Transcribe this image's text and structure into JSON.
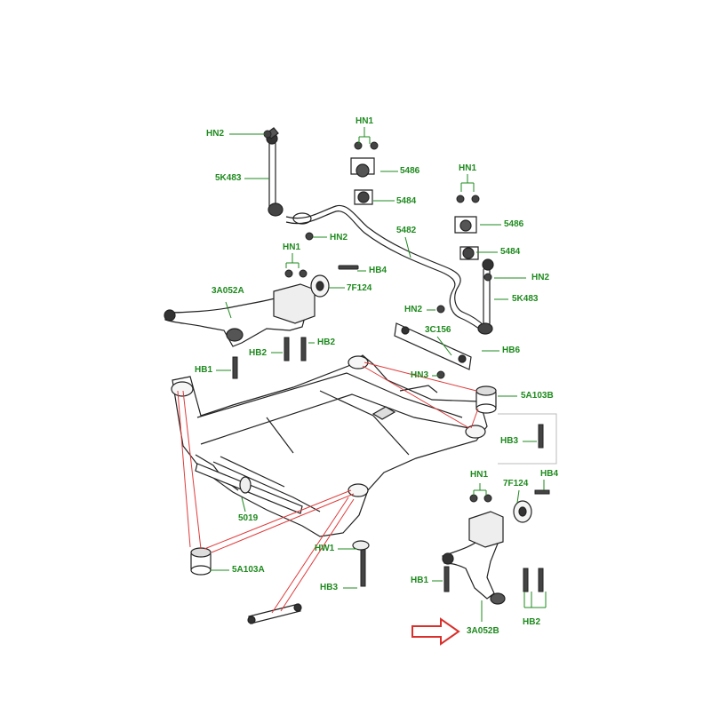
{
  "label_color": "#1e8a1e",
  "callout_line_color": "#e03a3a",
  "arrow_color": "#d9302c",
  "labels": {
    "hn2_top": "HN2",
    "k5483_left": "5K483",
    "hn1_center": "HN1",
    "p5486_center": "5486",
    "p5484_center": "5484",
    "hn1_right": "HN1",
    "p5486_right": "5486",
    "hn2_mid": "HN2",
    "p5482": "5482",
    "p5484_right": "5484",
    "hn1_left": "HN1",
    "hb4_top": "HB4",
    "hn2_right": "HN2",
    "a052a": "3A052A",
    "f124_top": "7F124",
    "k5483_right": "5K483",
    "hn2_lower": "HN2",
    "c3c156": "3C156",
    "hb2_left_a": "HB2",
    "hb2_left_b": "HB2",
    "hb6": "HB6",
    "hb1_left": "HB1",
    "hn3": "HN3",
    "a103b": "5A103B",
    "hb3_right": "HB3",
    "hn1_lower": "HN1",
    "f124_lower": "7F124",
    "hb4_lower": "HB4",
    "p5019": "5019",
    "hw1": "HW1",
    "a103a": "5A103A",
    "hb1_right": "HB1",
    "hb3_bottom": "HB3",
    "hb2_bottom": "HB2",
    "a052b": "3A052B"
  }
}
